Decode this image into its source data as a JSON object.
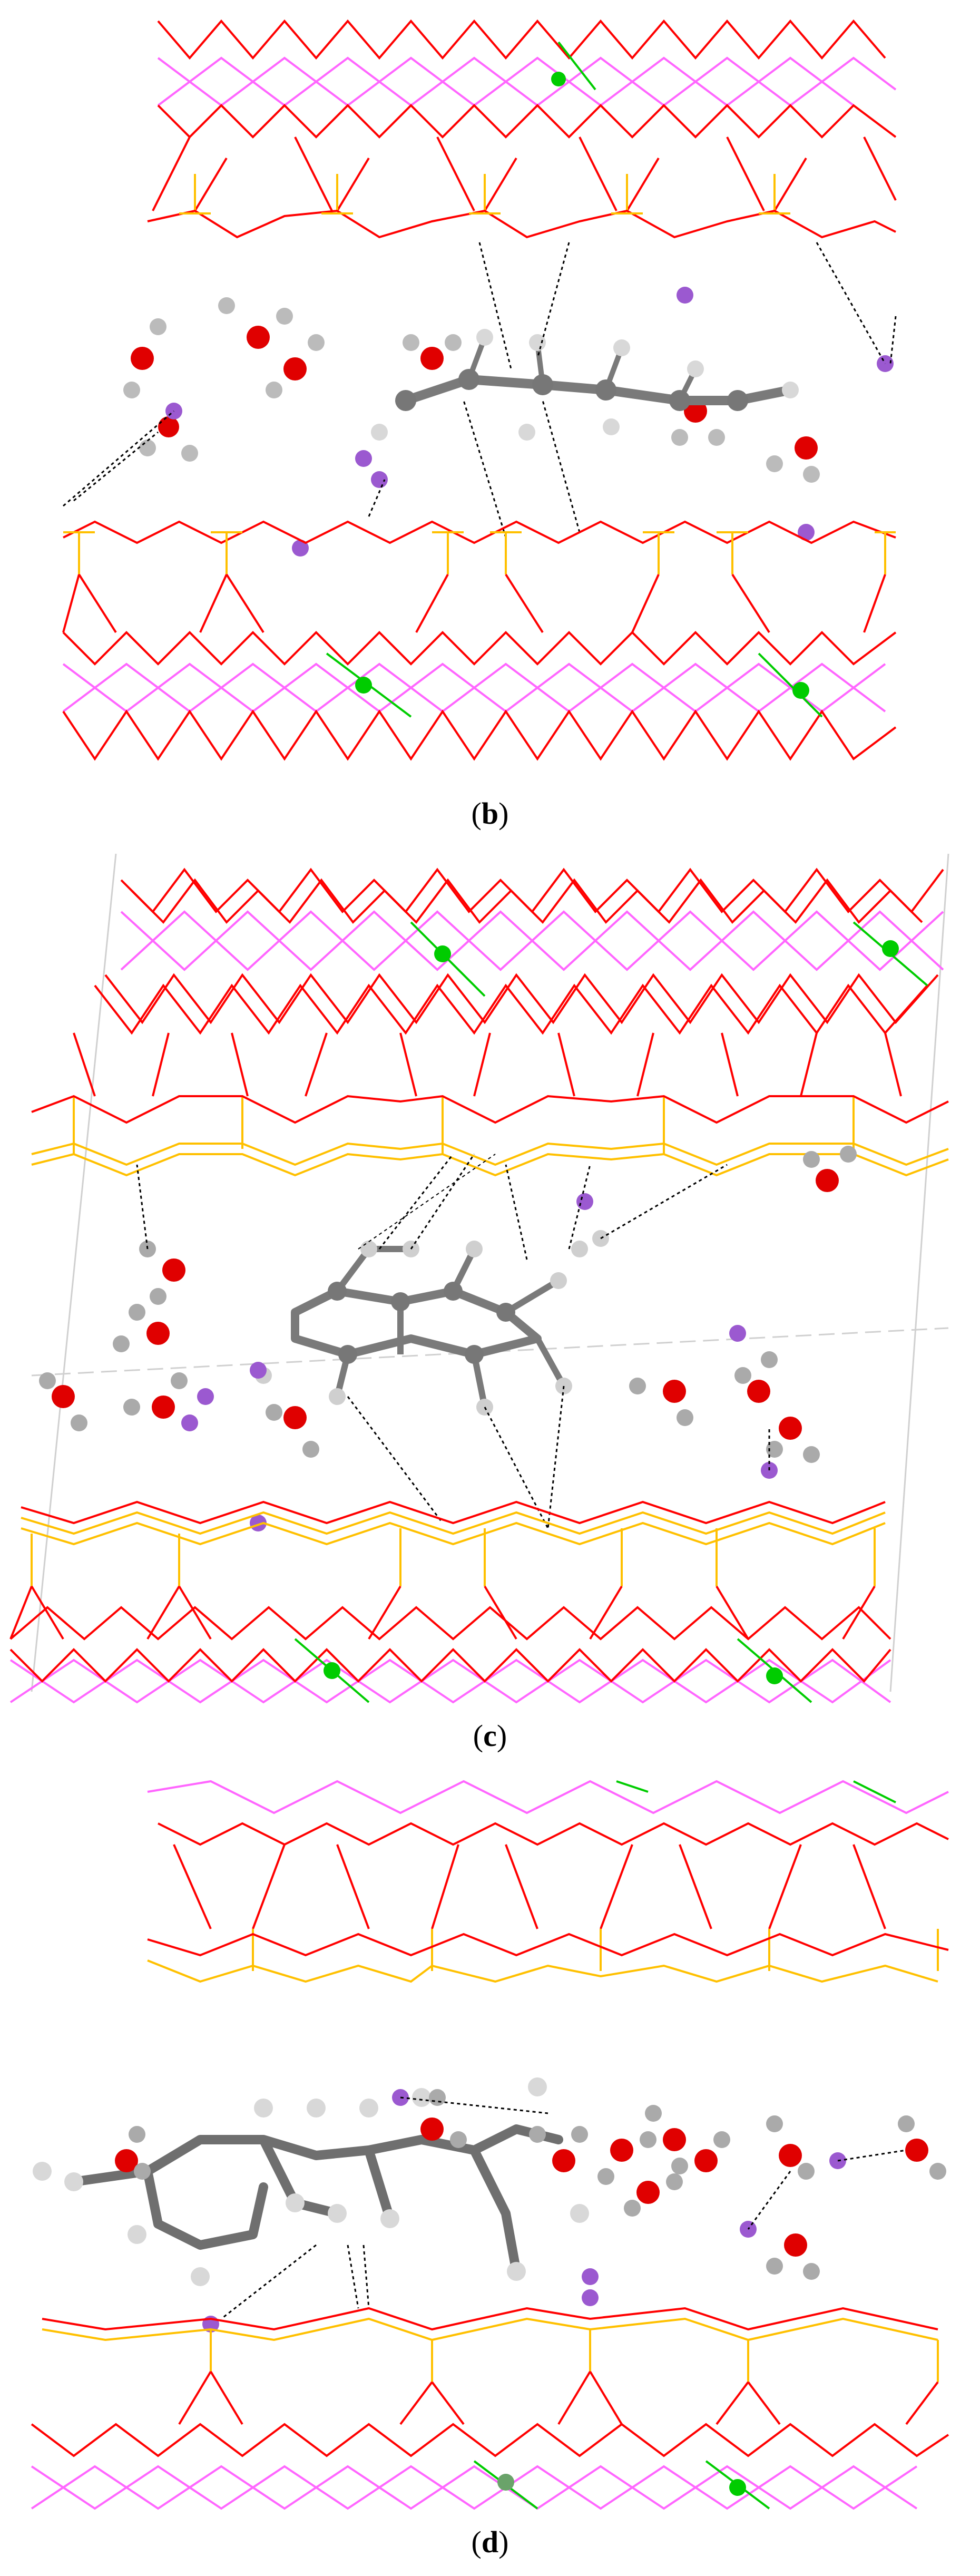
{
  "figure": {
    "panels": [
      {
        "id": "b",
        "caption_open": "(",
        "caption_letter": "b",
        "caption_close": ")"
      },
      {
        "id": "c",
        "caption_open": "(",
        "caption_letter": "c",
        "caption_close": ")"
      },
      {
        "id": "d",
        "caption_open": "(",
        "caption_letter": "d",
        "caption_close": ")"
      }
    ],
    "colors": {
      "oxygen": "#ff0000",
      "silicon": "#ffc000",
      "aluminium": "#ff66ff",
      "magnesium": "#00cc00",
      "hydrogen_wire": "#c8c8c8",
      "carbon": "#808080",
      "hydrogen_ball": "#e0e0e0",
      "water_oxygen": "#e00000",
      "sodium": "#9b59d0",
      "hbond": "#000000",
      "cell_edge": "#d0d0d0"
    }
  }
}
